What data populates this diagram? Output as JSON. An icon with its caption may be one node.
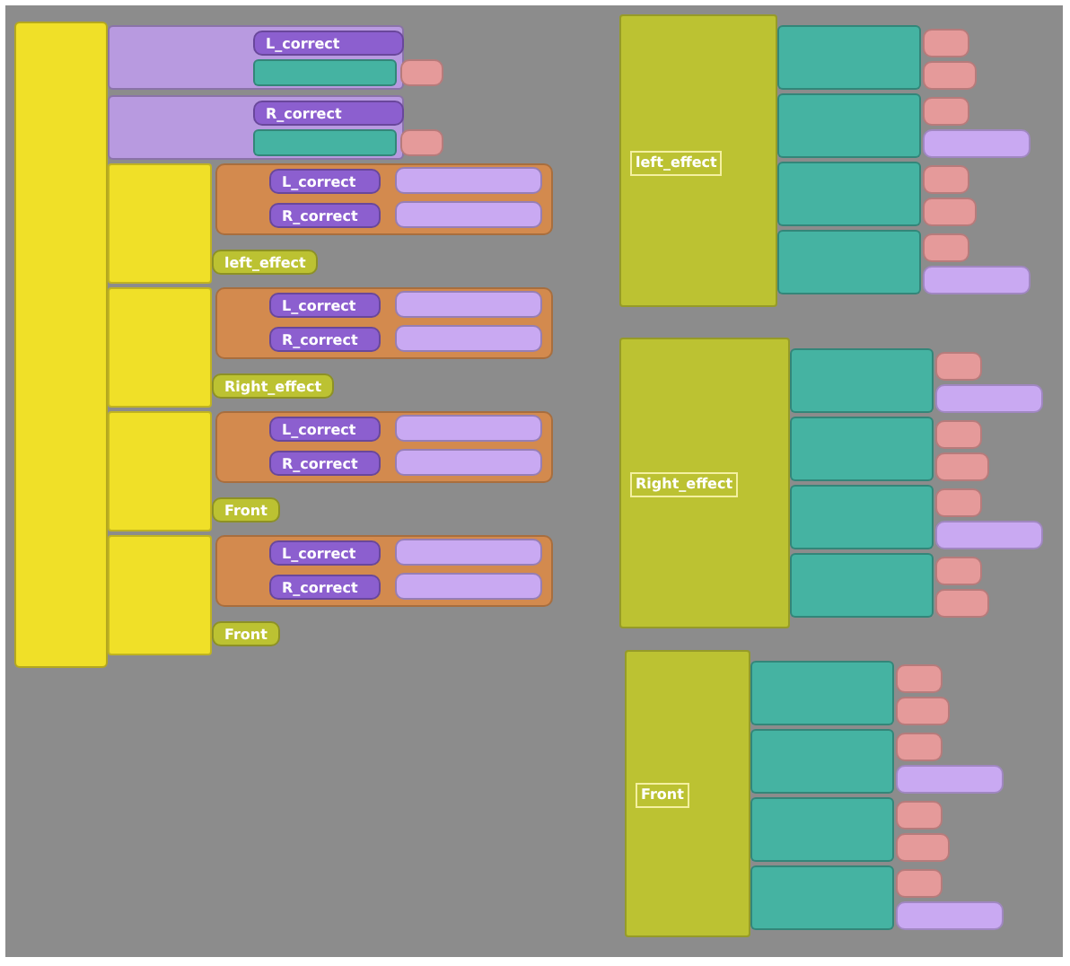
{
  "diagram": {
    "nodes": [
      {
        "text": [],
        "shape": "box"
      },
      {
        "text": [],
        "shape": "box"
      },
      {
        "text": [
          "L_correct"
        ],
        "in": 1
      },
      {
        "text": [],
        "shape": "box",
        "in": 1
      },
      {
        "text": [],
        "shape": "box"
      },
      {
        "text": [
          "R_correct"
        ],
        "in": 4
      },
      {
        "text": [],
        "shape": "box",
        "in": 4
      },
      {
        "text": [],
        "shape": "box"
      },
      {
        "text": [
          "L_correct"
        ],
        "in": 7
      },
      {
        "text": [],
        "shape": "box",
        "in": 7
      },
      {
        "text": [
          "R_correct"
        ],
        "in": 7
      },
      {
        "text": [],
        "shape": "box",
        "in": 7
      },
      {
        "text": [
          "left_effect"
        ],
        "in": 7
      },
      {
        "text": [],
        "shape": "box"
      },
      {
        "text": [
          "L_correct"
        ],
        "in": 13
      },
      {
        "text": [],
        "shape": "box",
        "in": 13
      },
      {
        "text": [
          "R_correct"
        ],
        "in": 13
      },
      {
        "text": [],
        "shape": "box",
        "in": 13
      },
      {
        "text": [
          "Right_effect"
        ],
        "in": 13
      },
      {
        "text": [],
        "shape": "box"
      },
      {
        "text": [
          "L_correct"
        ],
        "in": 19
      },
      {
        "text": [],
        "shape": "box",
        "in": 19
      },
      {
        "text": [
          "R_correct"
        ],
        "in": 19
      },
      {
        "text": [],
        "shape": "box",
        "in": 19
      },
      {
        "text": [
          "Front"
        ],
        "in": 19
      },
      {
        "text": [],
        "shape": "box"
      },
      {
        "text": [
          "L_correct"
        ],
        "in": 25
      },
      {
        "text": [],
        "shape": "box",
        "in": 25
      },
      {
        "text": [
          "R_correct"
        ],
        "in": 25
      },
      {
        "text": [],
        "shape": "box",
        "in": 25
      },
      {
        "text": [
          "Front"
        ],
        "in": 25
      },
      {
        "text": [
          "left_effect"
        ]
      },
      {
        "text": [],
        "shape": "box"
      },
      {
        "text": [],
        "shape": "box"
      },
      {
        "text": [],
        "shape": "box"
      },
      {
        "text": [],
        "shape": "box"
      },
      {
        "text": [
          "Right_effect"
        ]
      },
      {
        "text": [],
        "shape": "box"
      },
      {
        "text": [],
        "shape": "box"
      },
      {
        "text": [],
        "shape": "box"
      },
      {
        "text": [],
        "shape": "box"
      },
      {
        "text": [
          "Front"
        ]
      },
      {
        "text": [],
        "shape": "box"
      },
      {
        "text": [],
        "shape": "box"
      },
      {
        "text": [],
        "shape": "box"
      },
      {
        "text": [],
        "shape": "box"
      }
    ],
    "edges": []
  }
}
